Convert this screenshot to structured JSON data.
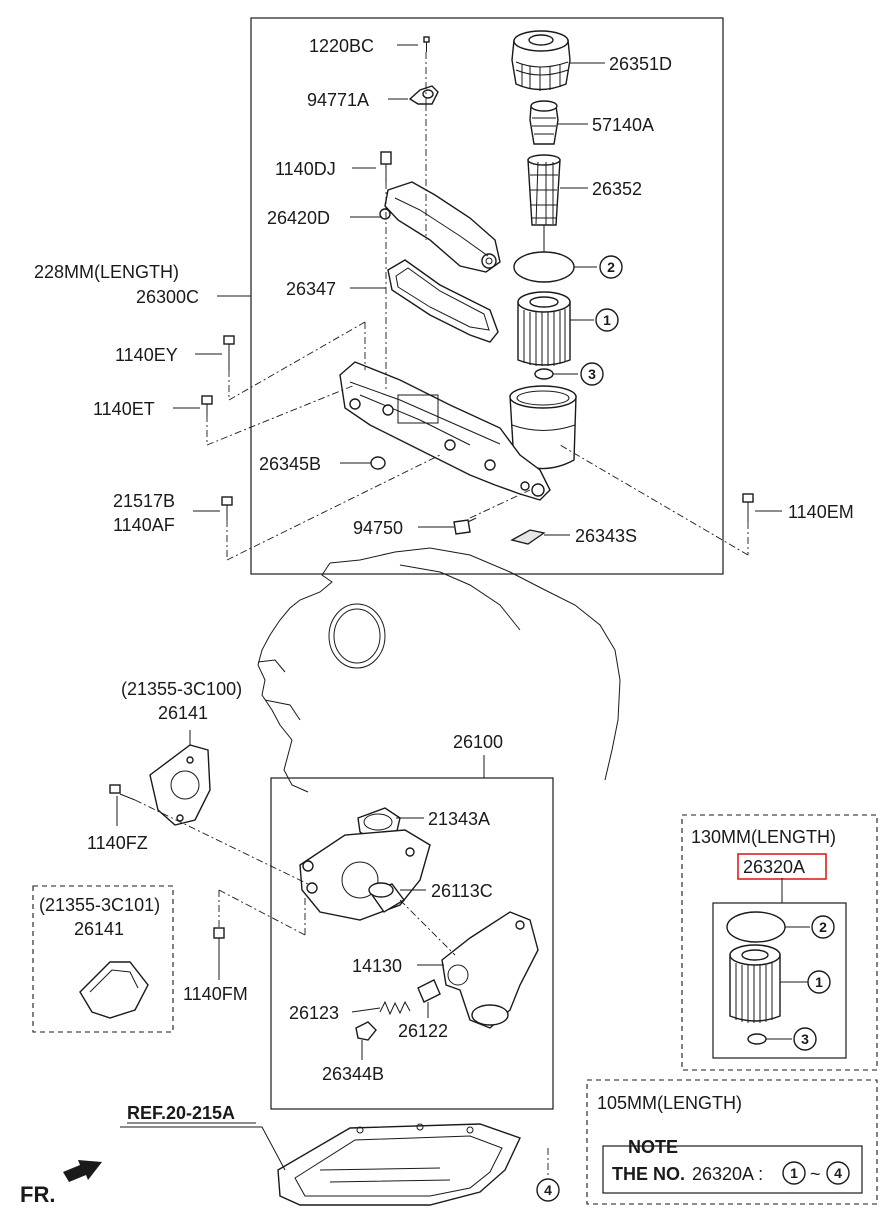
{
  "labels": {
    "p1220BC": "1220BC",
    "p26351D": "26351D",
    "p94771A": "94771A",
    "p57140A": "57140A",
    "p1140DJ": "1140DJ",
    "p26352": "26352",
    "p26420D": "26420D",
    "len228": "228MM(LENGTH)",
    "p26300C": "26300C",
    "p26347": "26347",
    "p1140EY": "1140EY",
    "p1140ET": "1140ET",
    "p26345B": "26345B",
    "p21517B": "21517B",
    "p1140AF": "1140AF",
    "p94750": "94750",
    "p26343S": "26343S",
    "p1140EM": "1140EM",
    "alt3C100": "(21355-3C100)",
    "p26141a": "26141",
    "p26100": "26100",
    "p21343A": "21343A",
    "p1140FZ": "1140FZ",
    "p26113C": "26113C",
    "alt3C101": "(21355-3C101)",
    "p26141b": "26141",
    "p14130": "14130",
    "p1140FM": "1140FM",
    "p26123": "26123",
    "p26122": "26122",
    "p26344B": "26344B",
    "len130": "130MM(LENGTH)",
    "p26320A": "26320A",
    "len105": "105MM(LENGTH)",
    "ref": "REF.20-215A",
    "fr": "FR."
  },
  "callouts": {
    "c1": "1",
    "c2": "2",
    "c3": "3",
    "c4": "4"
  },
  "note": {
    "title": "NOTE",
    "prefix": "THE NO.",
    "part": "26320A :",
    "from": "1",
    "sep": "~",
    "to": "4"
  },
  "colors": {
    "highlight": "#e02020",
    "line": "#1a1a1a"
  }
}
